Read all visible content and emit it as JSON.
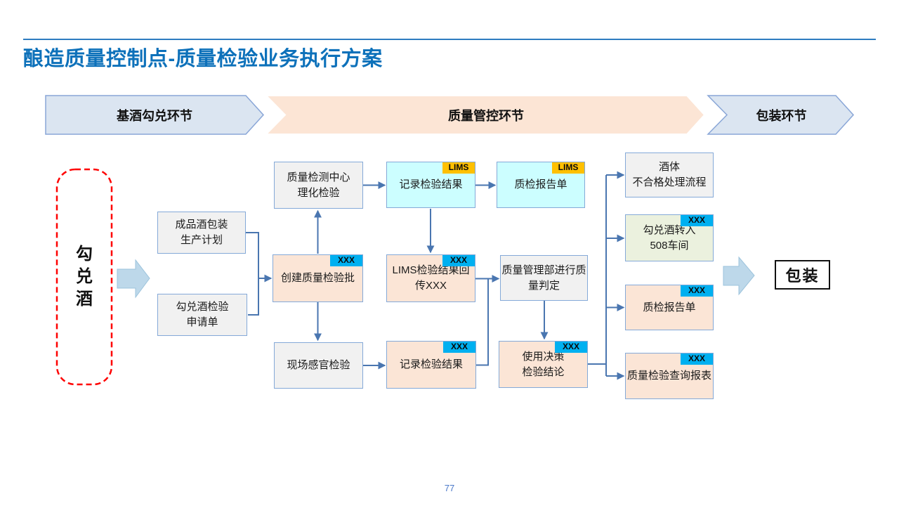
{
  "header": {
    "title": "酿造质量控制点-质量检验业务执行方案",
    "page_number": "77"
  },
  "stages": [
    {
      "label": "基酒勾兑环节"
    },
    {
      "label": "质量管控环节"
    },
    {
      "label": "包装环节"
    }
  ],
  "flow": {
    "source": {
      "label": "勾兑酒"
    },
    "end": {
      "label": "包装"
    },
    "nodes": {
      "finished_wine_packaging_plan": {
        "label": "成品酒包装\n生产计划"
      },
      "blended_wine_inspection_request": {
        "label": "勾兑酒检验\n申请单"
      },
      "quality_center_physicochemical_test": {
        "label": "质量检测中心\n理化检验"
      },
      "create_quality_inspection_batch": {
        "label": "创建质量检验批",
        "tag": "XXX"
      },
      "onsite_sensory_test": {
        "label": "现场感官检验"
      },
      "record_test_results_lims": {
        "label": "记录检验结果",
        "tag": "LIMS"
      },
      "lims_results_return": {
        "label": "LIMS检验结果回\n传XXX",
        "tag": "XXX"
      },
      "record_test_results_xxx": {
        "label": "记录检验结果",
        "tag": "XXX"
      },
      "inspection_report_lims": {
        "label": "质检报告单",
        "tag": "LIMS"
      },
      "quality_dept_judgment": {
        "label": "质量管理部进行质\n量判定"
      },
      "usage_decision_conclusion": {
        "label": "使用决策\n检验结论",
        "tag": "XXX"
      },
      "unqualified_wine_process": {
        "label": "酒体\n不合格处理流程"
      },
      "transfer_to_workshop_508": {
        "label": "勾兑酒转入\n508车间",
        "tag": "XXX"
      },
      "inspection_report_xxx": {
        "label": "质检报告单",
        "tag": "XXX"
      },
      "quality_inspection_query_report": {
        "label": "质量检验查询报表",
        "tag": "XXX"
      }
    }
  },
  "colors": {
    "title_blue": "#0d71ba",
    "header_rule_blue": "#2e7cc0",
    "connector_blue": "#4a76b0",
    "tag_xxx_blue": "#00b0f0",
    "tag_lims_orange": "#ffc000",
    "node_gray": "#f1f1f1",
    "node_cyan": "#ccfeff",
    "node_peach": "#fbe5d6",
    "node_green": "#ebf1de",
    "banner_blue": "#dbe5f1",
    "banner_peach": "#fce5d5",
    "block_arrow_blue": "#bdd8ea",
    "source_outline_red": "#fe0000",
    "page_number_blue": "#4b79c9"
  }
}
